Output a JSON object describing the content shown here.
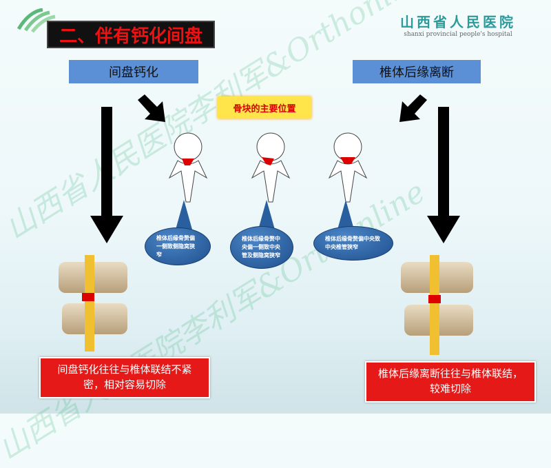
{
  "title": "二、伴有钙化间盘",
  "logo": {
    "cn": "山西省人民医院",
    "en": "shanxi provincial people's hospital"
  },
  "watermark": "山西省人民医院李利军&Orthonline",
  "left_header": "间盘钙化",
  "right_header": "椎体后缘离断",
  "center_label": "骨块的主要位置",
  "bubbles": [
    "椎体后缘骨赘偏一侧致侧隐窝狭窄",
    "椎体后缘骨赘中央偏一侧致中央管及侧隐窝狭窄",
    "椎体后缘骨赘偏中央致中央椎管狭窄"
  ],
  "left_note": "间盘钙化往往与椎体联结不紧密，相对容易切除",
  "right_note": "椎体后缘离断往往与椎体联结，较难切除",
  "colors": {
    "title_bg": "#111111",
    "title_text": "#e11111",
    "header_bg": "#5b8fd6",
    "label_bg": "#ffe44a",
    "note_bg": "#e61919",
    "bubble": "#2a5f9f"
  }
}
